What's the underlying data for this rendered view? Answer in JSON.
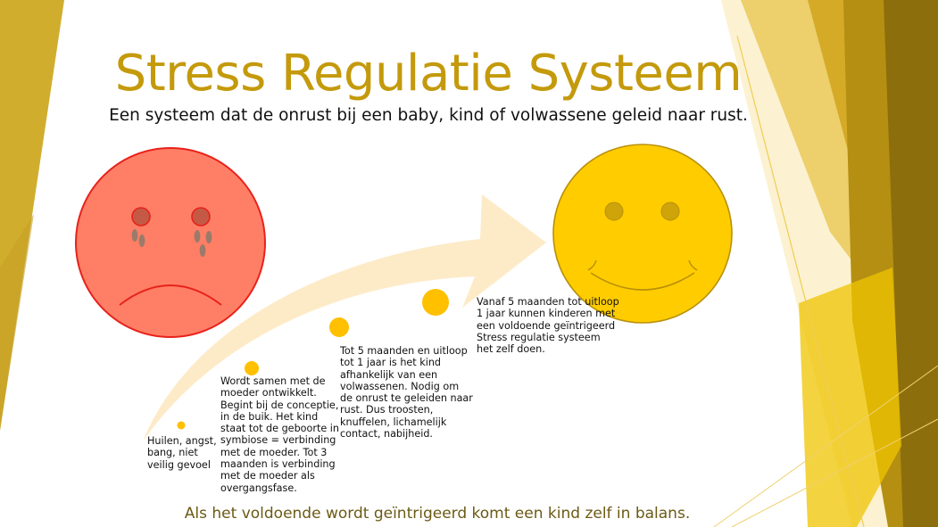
{
  "slide": {
    "title": "Stress Regulatie Systeem",
    "subtitle": "Een systeem dat de onrust bij een baby, kind of volwassene geleid naar rust.",
    "footer": "Als het voldoende wordt geïntrigeerd komt een kind zelf in balans."
  },
  "steps": [
    {
      "text": "Huilen, angst, bang, niet veilig gevoel"
    },
    {
      "text": "Wordt samen met de moeder ontwikkelt. Begint bij de conceptie, in de buik. Het kind staat tot de geboorte in symbiose = verbinding met de moeder. Tot 3 maanden is verbinding met de moeder als overgangsfase."
    },
    {
      "text": "Tot 5 maanden en uitloop tot 1 jaar is het kind afhankelijk van een volwassenen. Nodig om de onrust te geleiden naar rust. Dus troosten, knuffelen, lichamelijk contact, nabijheid."
    },
    {
      "text": "Vanaf 5 maanden tot uitloop 1 jaar kunnen kinderen met een voldoende geïntrigeerd Stress regulatie systeem het zelf doen."
    }
  ],
  "colors": {
    "accent": "#c49a0c",
    "sad_face": "#ff7f66",
    "sad_outline": "#e8221a",
    "happy_face": "#ffcc00",
    "happy_outline": "#b8900a",
    "arrow": "#fdebc8",
    "dot": "#ffc000"
  },
  "icons": {
    "sad": "sad-face-icon",
    "happy": "happy-face-icon",
    "arrow": "curved-arrow-icon"
  }
}
